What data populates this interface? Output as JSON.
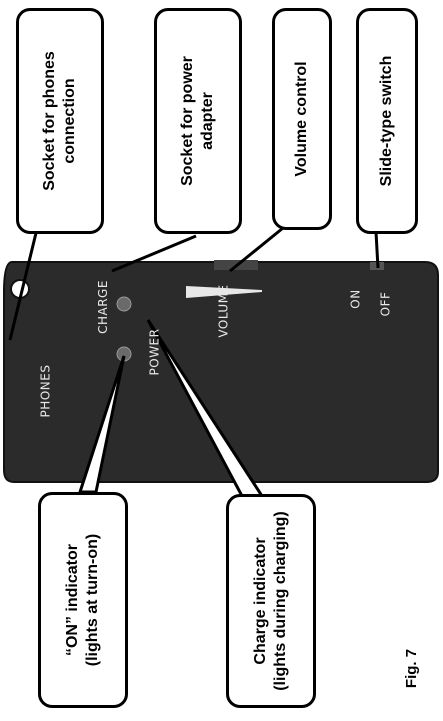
{
  "callouts": {
    "phones_socket": {
      "line1": "Socket for phones",
      "line2": "connection"
    },
    "power_socket": {
      "line1": "Socket for power",
      "line2": "adapter"
    },
    "volume": {
      "line1": "Volume control"
    },
    "switch": {
      "line1": "Slide-type switch"
    },
    "on_indicator": {
      "line1": "“ON” indicator",
      "line2": "(lights at turn-on)"
    },
    "charge_indicator": {
      "line1": "Charge indicator",
      "line2": "(lights during charging)"
    }
  },
  "device": {
    "phones": "PHONES",
    "charge": "CHARGE",
    "power": "POWER",
    "volume": "VOLUME",
    "on": "ON",
    "off": "OFF"
  },
  "figure_label": "Fig. 7",
  "colors": {
    "device_body": "#2b2b2b",
    "label_text": "#e8e8e8",
    "callout_border": "#000000"
  }
}
